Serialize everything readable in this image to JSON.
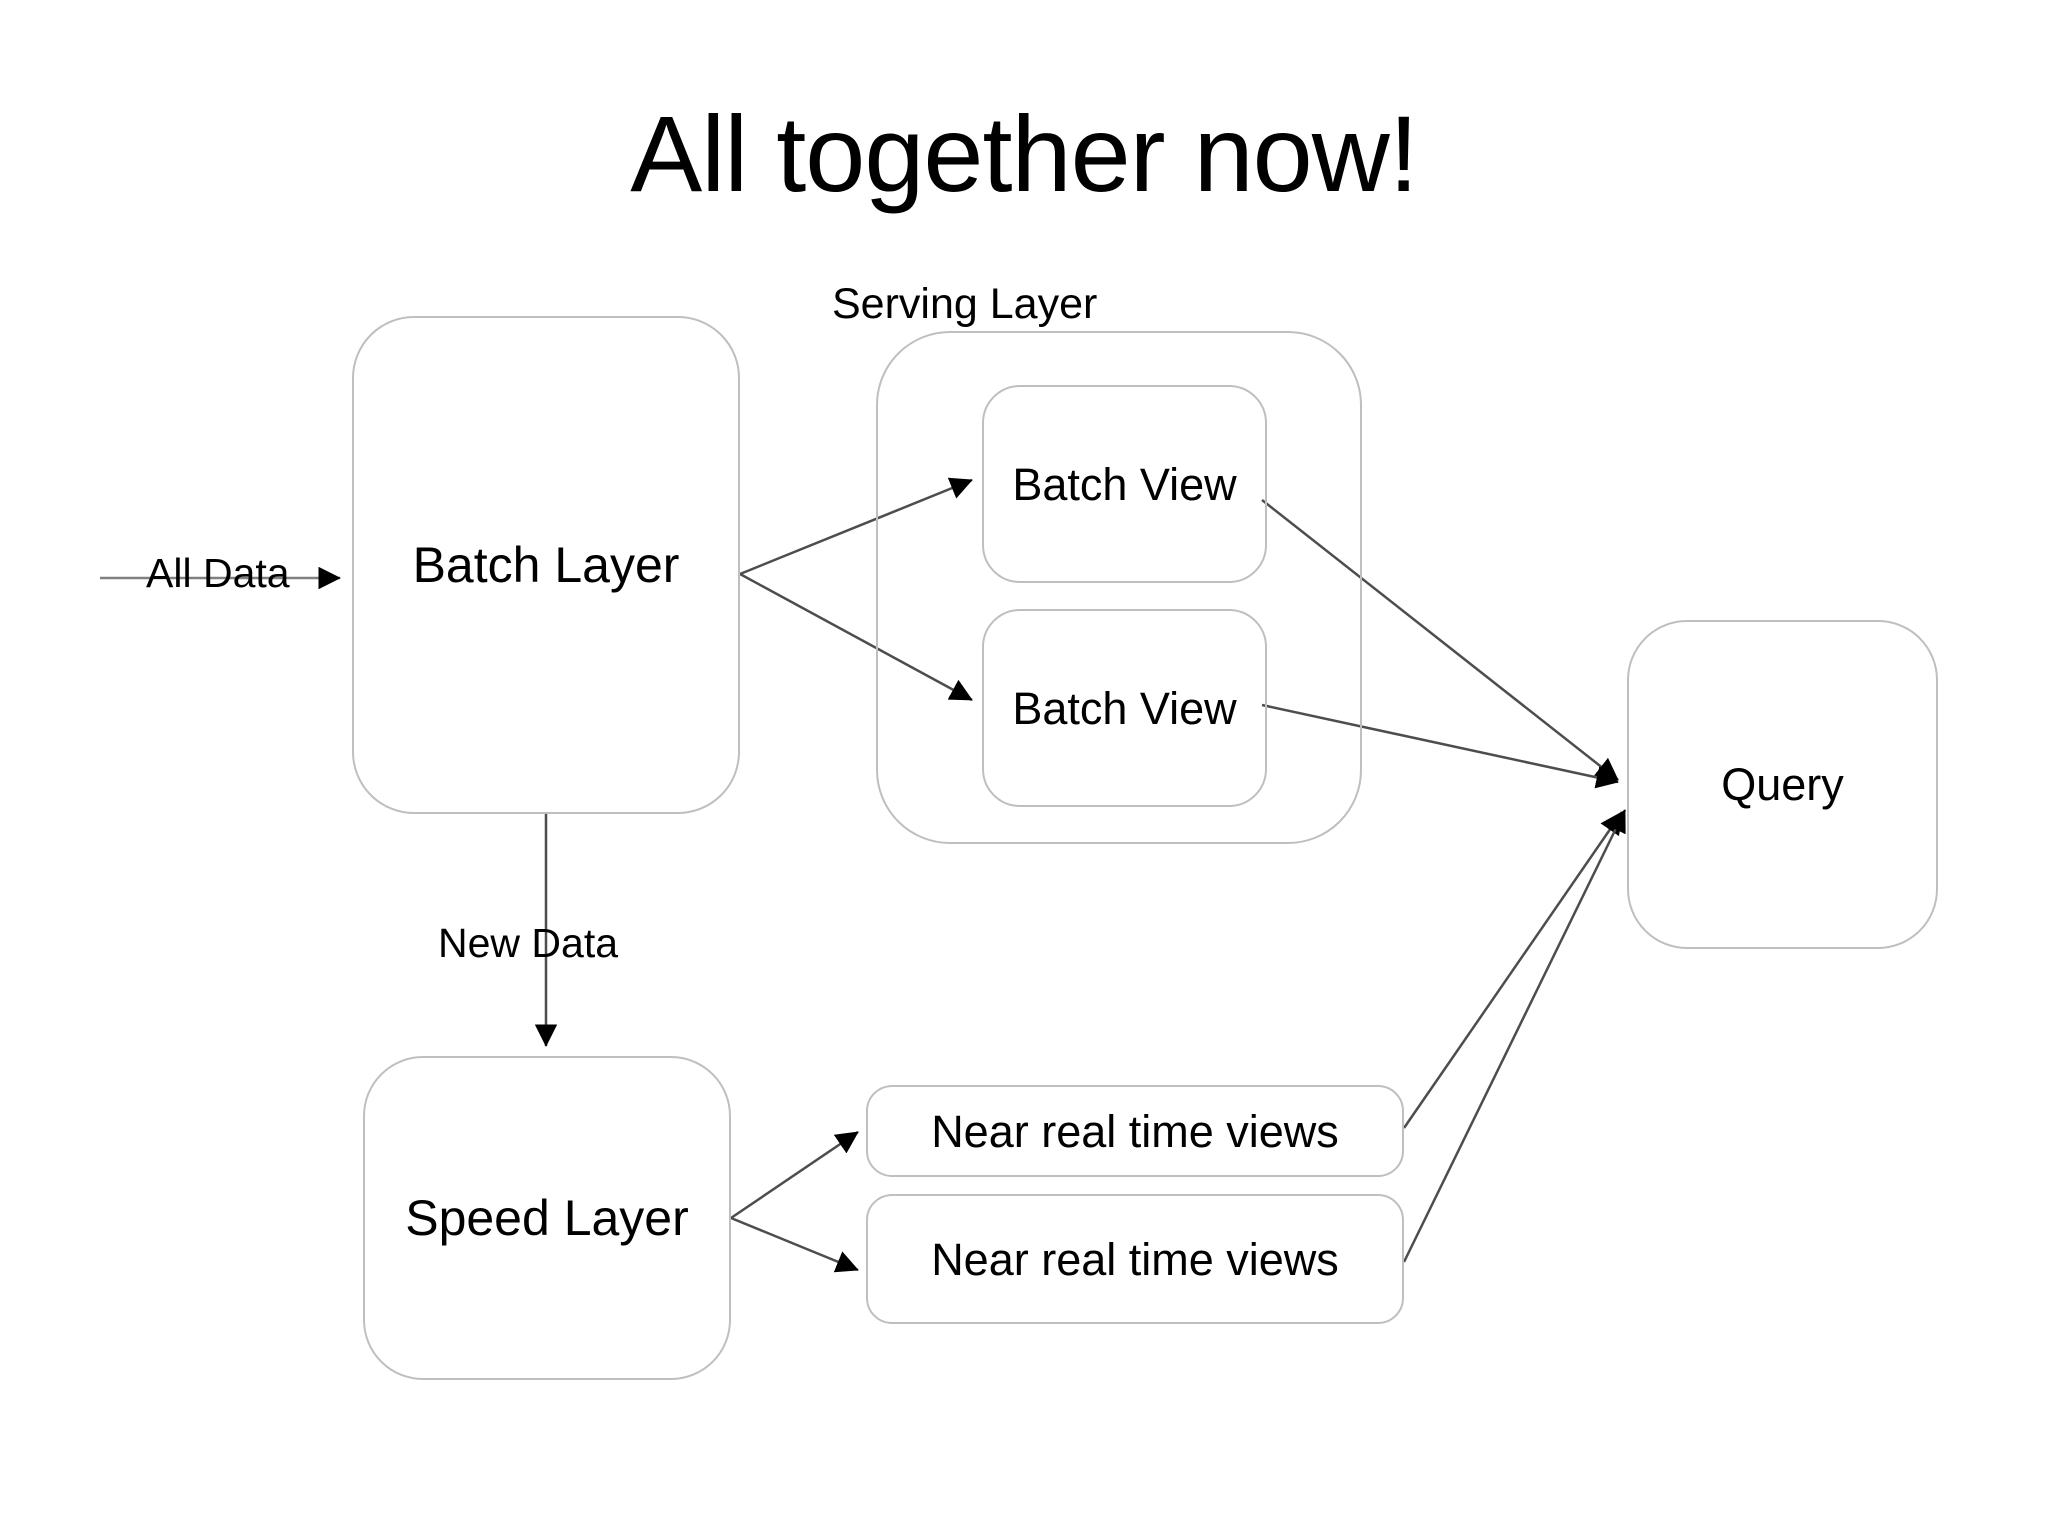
{
  "page": {
    "title": "All together now!",
    "background_color": "#ffffff",
    "text_color": "#000000",
    "node_border_color": "#bfbfbf",
    "edge_color": "#4d4d4d",
    "arrowhead_color": "#000000"
  },
  "groups": {
    "serving_layer": {
      "label": "Serving Layer"
    }
  },
  "nodes": {
    "batch_layer": {
      "label": "Batch Layer"
    },
    "batch_view_1": {
      "label": "Batch View"
    },
    "batch_view_2": {
      "label": "Batch View"
    },
    "query": {
      "label": "Query"
    },
    "speed_layer": {
      "label": "Speed Layer"
    },
    "nrt_view_1": {
      "label": "Near real time views"
    },
    "nrt_view_2": {
      "label": "Near real time views"
    }
  },
  "edge_labels": {
    "all_data": "All Data",
    "new_data": "New Data"
  },
  "edges": [
    {
      "from": "all-data-source",
      "to": "batch_layer",
      "label": "All Data",
      "arrow": true
    },
    {
      "from": "batch_layer",
      "to": "batch_view_1",
      "label": "",
      "arrow": true
    },
    {
      "from": "batch_layer",
      "to": "batch_view_2",
      "label": "",
      "arrow": true
    },
    {
      "from": "batch_layer",
      "to": "speed_layer",
      "label": "New Data",
      "arrow": true
    },
    {
      "from": "batch_view_1",
      "to": "query",
      "label": "",
      "arrow": true
    },
    {
      "from": "batch_view_2",
      "to": "query",
      "label": "",
      "arrow": true
    },
    {
      "from": "speed_layer",
      "to": "nrt_view_1",
      "label": "",
      "arrow": true
    },
    {
      "from": "speed_layer",
      "to": "nrt_view_2",
      "label": "",
      "arrow": true
    },
    {
      "from": "nrt_view_1",
      "to": "query",
      "label": "",
      "arrow": true
    },
    {
      "from": "nrt_view_2",
      "to": "query",
      "label": "",
      "arrow": true
    }
  ]
}
